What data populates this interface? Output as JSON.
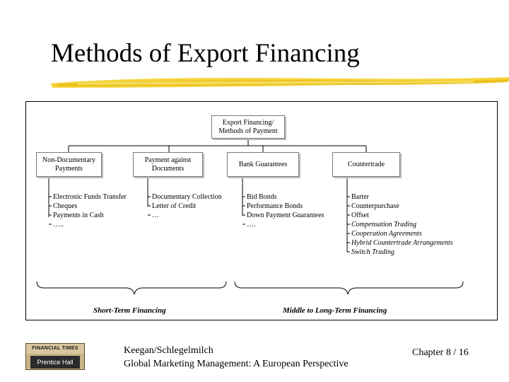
{
  "slide": {
    "title": "Methods of Export Financing"
  },
  "diagram": {
    "root": {
      "line1": "Export Financing/",
      "line2": "Methods of Payment"
    },
    "categories": [
      {
        "line1": "Non-Documentary",
        "line2": "Payments"
      },
      {
        "line1": "Payment against",
        "line2": "Documents"
      },
      {
        "line1": "Bank Guarantees",
        "line2": ""
      },
      {
        "line1": "Countertrade",
        "line2": ""
      }
    ],
    "lists": [
      {
        "items": [
          "Electronic Funds Transfer",
          "Cheques",
          "Payments in Cash",
          "….."
        ]
      },
      {
        "items": [
          "Documentary Collection",
          "Letter of Credit",
          "…"
        ]
      },
      {
        "items": [
          "Bid Bonds",
          "Performance Bonds",
          "Down Payment Guarantees",
          "…."
        ]
      },
      {
        "items": [
          "Barter",
          "Counterpurchase",
          "Offset",
          "Compensation Trading",
          "Cooperation Agreements",
          "Hybrid Countertrade Arrangements",
          "Switch Trading"
        ]
      }
    ],
    "sections": {
      "short_term": "Short-Term Financing",
      "long_term": "Middle to Long-Term Financing"
    }
  },
  "footer": {
    "logo_top": "FINANCIAL TIMES",
    "logo_bottom": "Prentice Hall",
    "authors": "Keegan/Schlegelmilch",
    "book": "Global Marketing Management: A European Perspective",
    "chapter": "Chapter 8 / 16"
  }
}
